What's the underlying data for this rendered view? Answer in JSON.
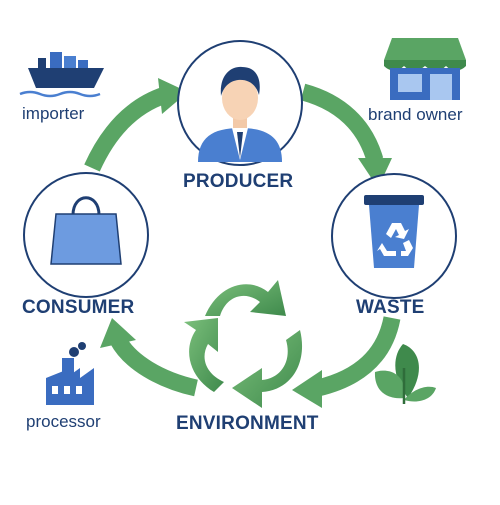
{
  "nodes": {
    "producer": "PRODUCER",
    "waste": "WASTE",
    "environment": "ENVIRONMENT",
    "consumer": "CONSUMER"
  },
  "actors": {
    "importer": "importer",
    "brand_owner": "brand owner",
    "processor": "processor"
  },
  "colors": {
    "arrow_green": "#5aa564",
    "arrow_dark": "#3f8a4c",
    "navy": "#1f3f73",
    "icon_blue": "#4a7fd0",
    "circle_border": "#1f3f73"
  },
  "icons": [
    "ship-icon",
    "storefront-icon",
    "factory-icon",
    "leaf-icon",
    "person-icon",
    "shopping-bag-icon",
    "recycle-bin-icon",
    "recycle-icon"
  ]
}
